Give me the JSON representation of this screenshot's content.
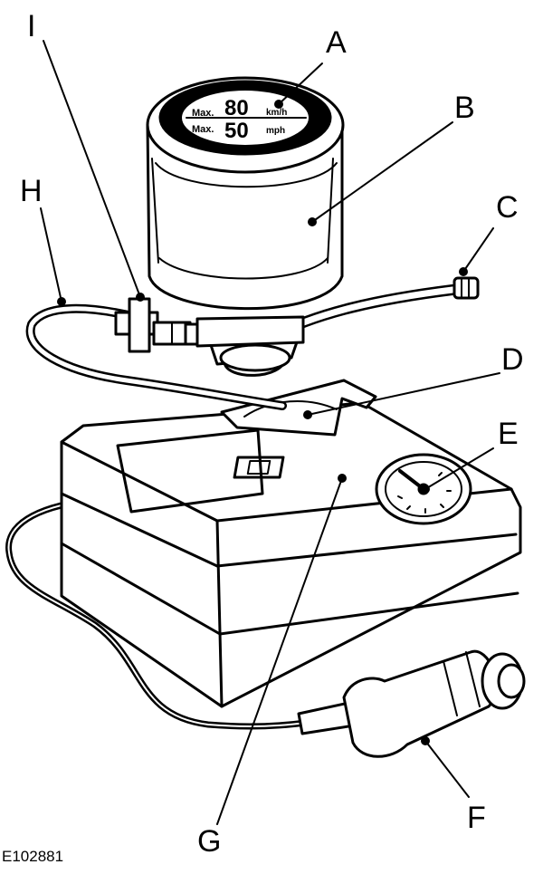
{
  "figure_id": "E102881",
  "callouts": {
    "a": "A",
    "b": "B",
    "c": "C",
    "d": "D",
    "e": "E",
    "f": "F",
    "g": "G",
    "h": "H",
    "i": "I"
  },
  "speed_label": {
    "max_prefix_1": "Max.",
    "value_1": "80",
    "unit_1": "km/h",
    "max_prefix_2": "Max.",
    "value_2": "50",
    "unit_2": "mph"
  }
}
